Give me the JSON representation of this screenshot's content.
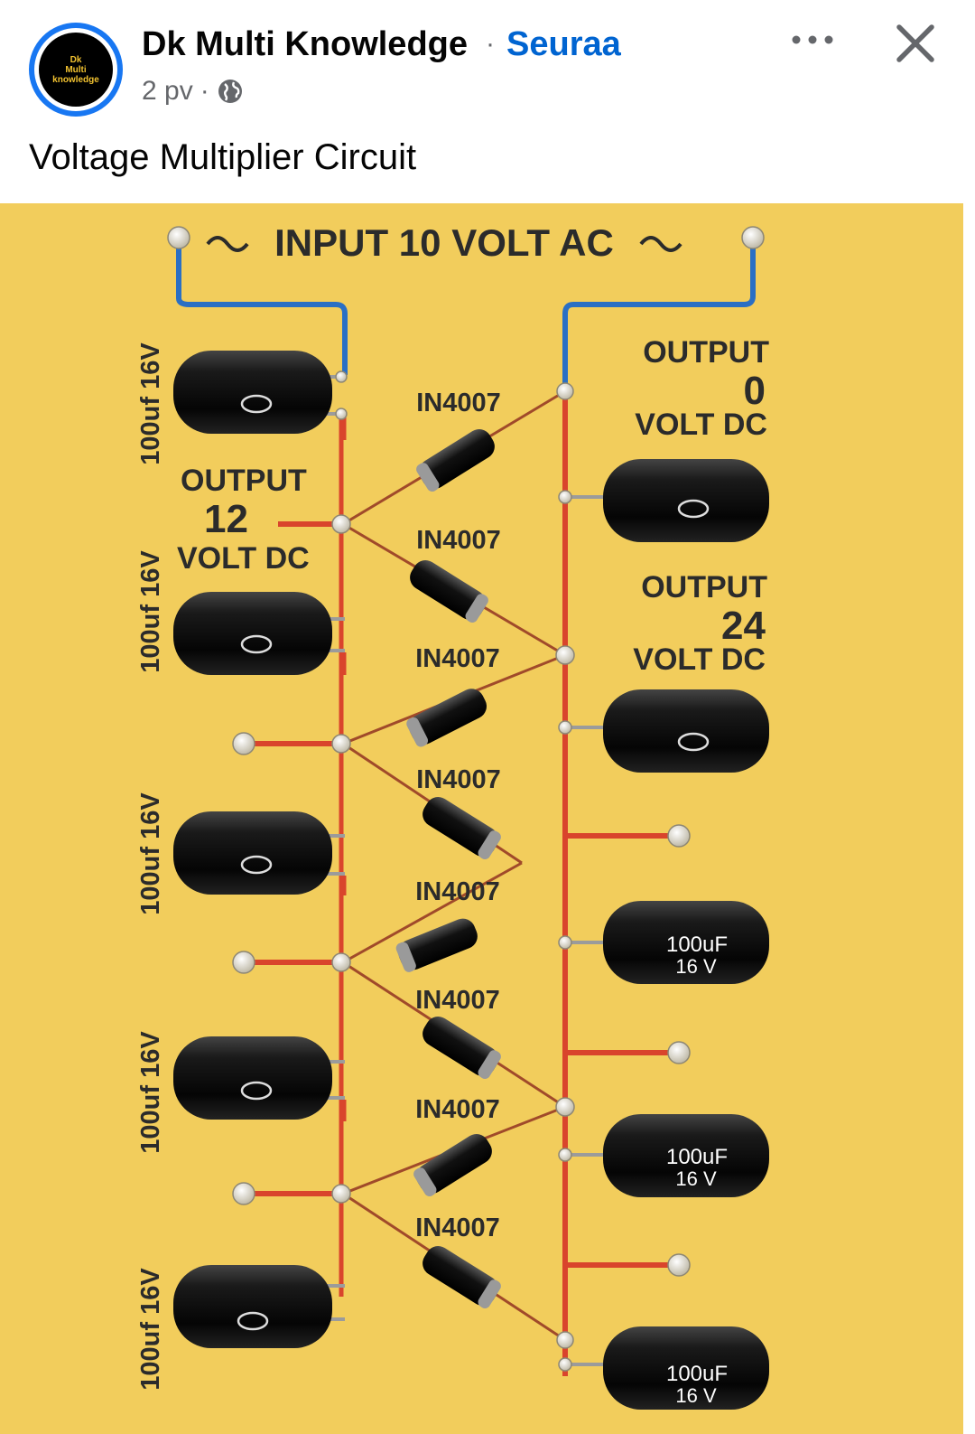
{
  "post": {
    "author": "Dk Multi Knowledge",
    "separator": "·",
    "follow_label": "Seuraa",
    "time": "2 pv",
    "time_separator": "·",
    "privacy_icon": "globe-icon",
    "more_icon": "more-options-icon",
    "close_icon": "close-icon",
    "caption": "Voltage Multiplier Circuit",
    "avatar_text": [
      "Dk",
      "Multi",
      "knowledge"
    ]
  },
  "image": {
    "background": "#f2cd5c",
    "title": "INPUT 10 VOLT AC",
    "outputs": [
      {
        "line1": "OUTPUT",
        "value": "0",
        "line3": "VOLT DC"
      },
      {
        "line1": "OUTPUT",
        "value": "12",
        "line3": "VOLT DC"
      },
      {
        "line1": "OUTPUT",
        "value": "24",
        "line3": "VOLT DC"
      }
    ],
    "diode_label": "IN4007",
    "left_cap_label": "100uf 16V",
    "right_cap_label_top": "100uF",
    "right_cap_label_bottom": "16 V"
  }
}
